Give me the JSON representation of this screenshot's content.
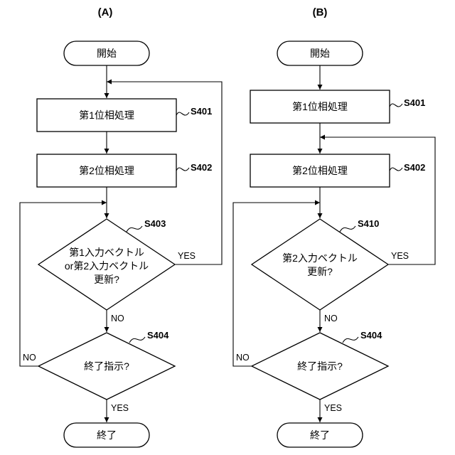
{
  "panels": [
    {
      "title": "(A)",
      "start": "開始",
      "end": "終了",
      "steps": [
        {
          "id": "S401",
          "label": "第1位相処理"
        },
        {
          "id": "S402",
          "label": "第2位相処理"
        }
      ],
      "decision1": {
        "id": "S403",
        "lines": [
          "第1入力ベクトル",
          "or第2入力ベクトル",
          "更新?"
        ],
        "yes": "YES",
        "no": "NO"
      },
      "decision2": {
        "id": "S404",
        "lines": [
          "終了指示?"
        ],
        "yes": "YES",
        "no": "NO"
      }
    },
    {
      "title": "(B)",
      "start": "開始",
      "end": "終了",
      "steps": [
        {
          "id": "S401",
          "label": "第1位相処理"
        },
        {
          "id": "S402",
          "label": "第2位相処理"
        }
      ],
      "decision1": {
        "id": "S410",
        "lines": [
          "第2入力ベクトル",
          "更新?"
        ],
        "yes": "YES",
        "no": "NO"
      },
      "decision2": {
        "id": "S404",
        "lines": [
          "終了指示?"
        ],
        "yes": "YES",
        "no": "NO"
      }
    }
  ]
}
